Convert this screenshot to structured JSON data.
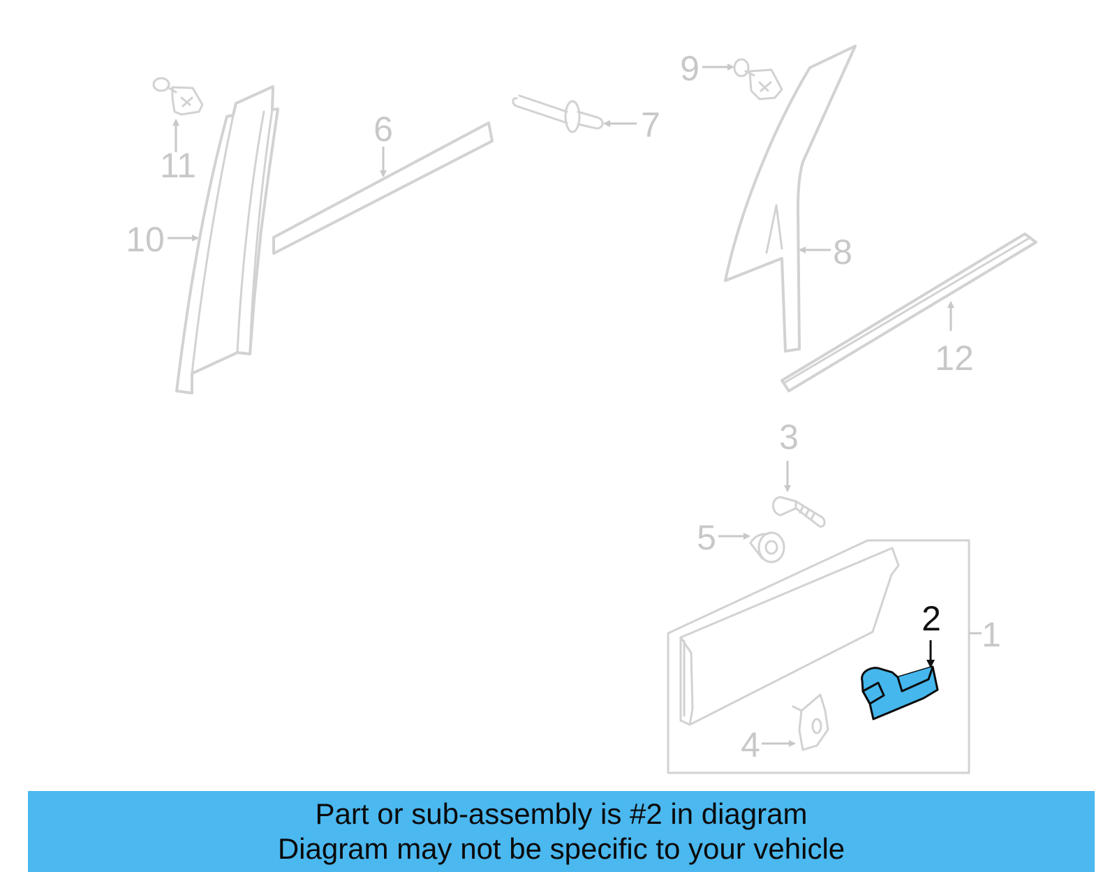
{
  "diagram": {
    "callouts": {
      "c1": "1",
      "c2": "2",
      "c3": "3",
      "c4": "4",
      "c5": "5",
      "c6": "6",
      "c7": "7",
      "c8": "8",
      "c9": "9",
      "c10": "10",
      "c11": "11",
      "c12": "12"
    },
    "highlight_color": "#45b7ec"
  },
  "banner": {
    "line1": "Part or sub-assembly is #2 in diagram",
    "line2": "Diagram may not be specific to your vehicle",
    "color": "#4bb8f0"
  }
}
